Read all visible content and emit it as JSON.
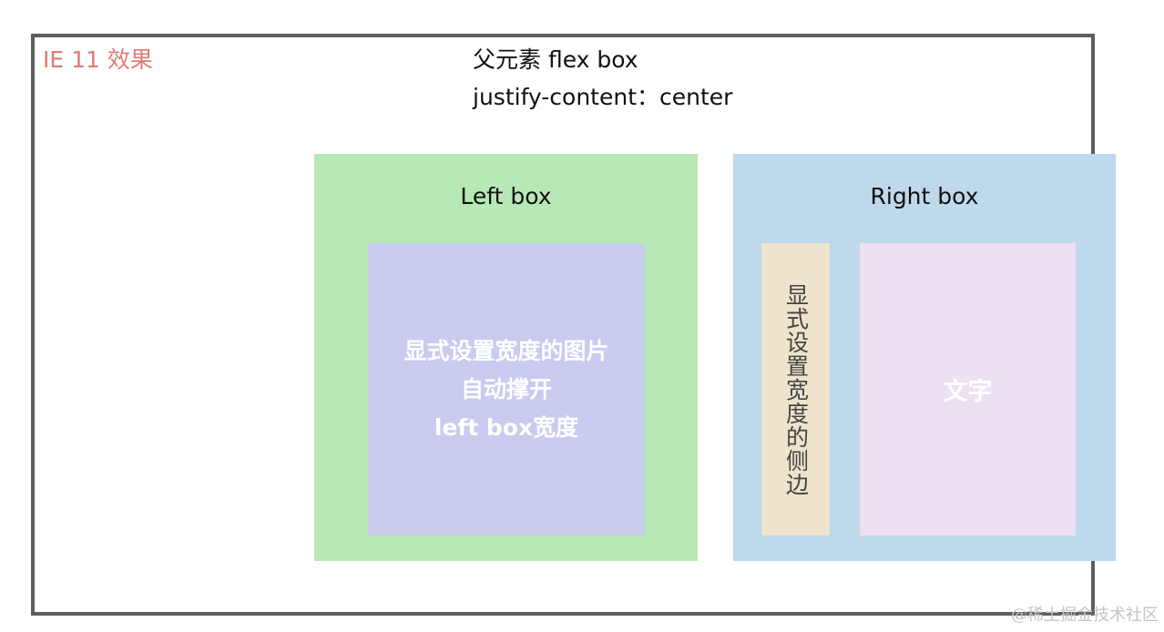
{
  "ie_label": "IE 11 效果",
  "parent": {
    "title": "父元素 flex box",
    "rule": "justify-content：center"
  },
  "left_box": {
    "title": "Left box",
    "image_lines": [
      "显式设置宽度的图片",
      "自动撑开",
      "left box宽度"
    ]
  },
  "right_box": {
    "title": "Right box",
    "side_text": "显式设置宽度的侧边",
    "main_text": "文字"
  },
  "watermark": "@稀土掘金技术社区",
  "colors": {
    "ie_label": "#e07b74",
    "frame_border": "#5e5e5e",
    "left_box_bg": "#b8e8b6",
    "image_bg": "#c9cbef",
    "right_box_bg": "#bed8ec",
    "side_strip_bg": "#eee3cb",
    "text_area_bg": "#ede0f3"
  }
}
